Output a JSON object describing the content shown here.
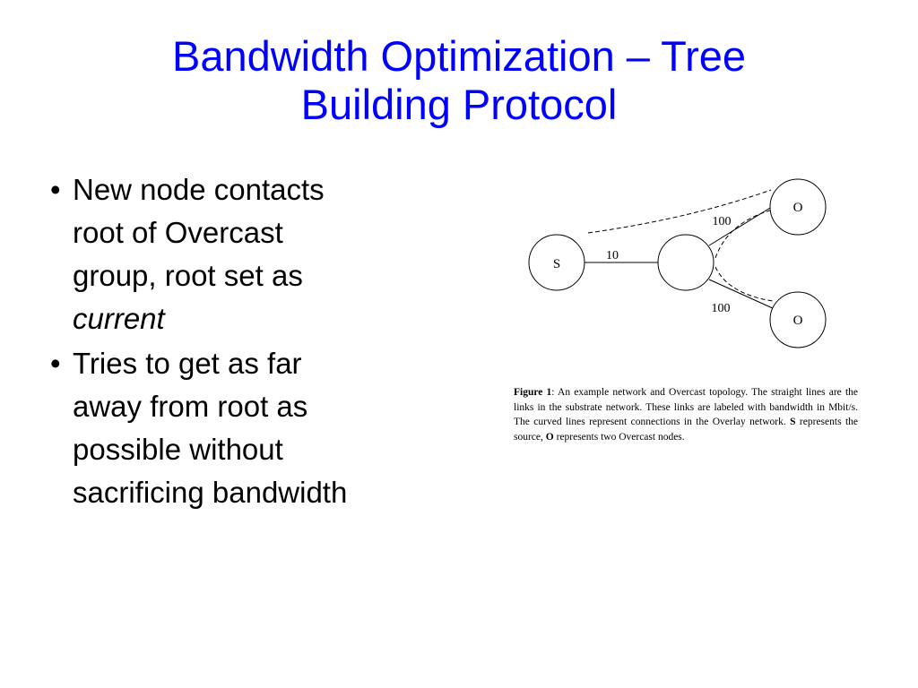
{
  "slide": {
    "title_line1": "Bandwidth Optimization – Tree",
    "title_line2": "Building Protocol",
    "title_color": "#0000ff"
  },
  "bullets": [
    {
      "marker": "•",
      "lines": [
        "New node contacts",
        "root of Overcast",
        "group, root set as"
      ],
      "emphasis": "current"
    },
    {
      "marker": "•",
      "lines": [
        "Tries to get as far",
        "away from root as",
        "possible without",
        "sacrificing bandwidth"
      ]
    }
  ],
  "diagram": {
    "nodes": {
      "source": "S",
      "overcast_top": "O",
      "overcast_bottom": "O",
      "intermediate": ""
    },
    "links": {
      "source_to_intermediate": "10",
      "intermediate_to_top": "100",
      "intermediate_to_bottom": "100"
    }
  },
  "caption": {
    "figure_label": "Figure 1",
    "part1": ": An example network and Overcast topology. The straight lines are the links in the substrate network. These links are labeled with bandwidth in Mbit/s. The curved lines represent connections in the Overlay network. ",
    "s_label": "S",
    "part2": " represents the source, ",
    "o_label": "O",
    "part3": " represents two Overcast nodes."
  }
}
